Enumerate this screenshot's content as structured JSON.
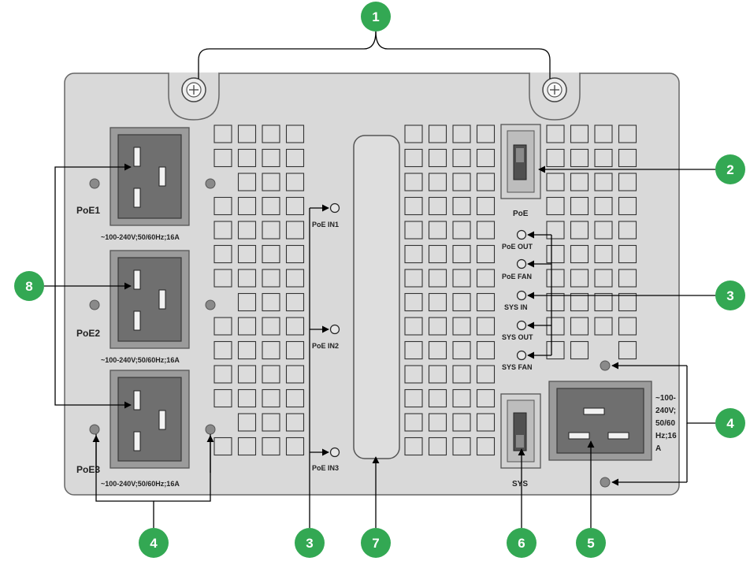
{
  "panel": {
    "socket_labels": [
      "PoE1",
      "PoE2",
      "PoE3"
    ],
    "socket_rating": "~100-240V;50/60Hz;16A",
    "inlet_leds": [
      "PoE IN1",
      "PoE IN2",
      "PoE IN3"
    ],
    "switch_poe_label": "PoE",
    "switch_sys_label": "SYS",
    "status_leds": [
      "PoE OUT",
      "PoE FAN",
      "SYS IN",
      "SYS OUT",
      "SYS FAN"
    ],
    "sys_rating_lines": [
      "~100-",
      "240V;",
      "50/60",
      "Hz;16",
      "A"
    ]
  },
  "callouts": [
    "1",
    "2",
    "3",
    "3",
    "4",
    "4",
    "5",
    "6",
    "7",
    "8"
  ],
  "colors": {
    "panel": "#d9d9d9",
    "callout": "#33a853",
    "socket_frame": "#9b9b9b",
    "socket_face": "#6f6f6f"
  }
}
